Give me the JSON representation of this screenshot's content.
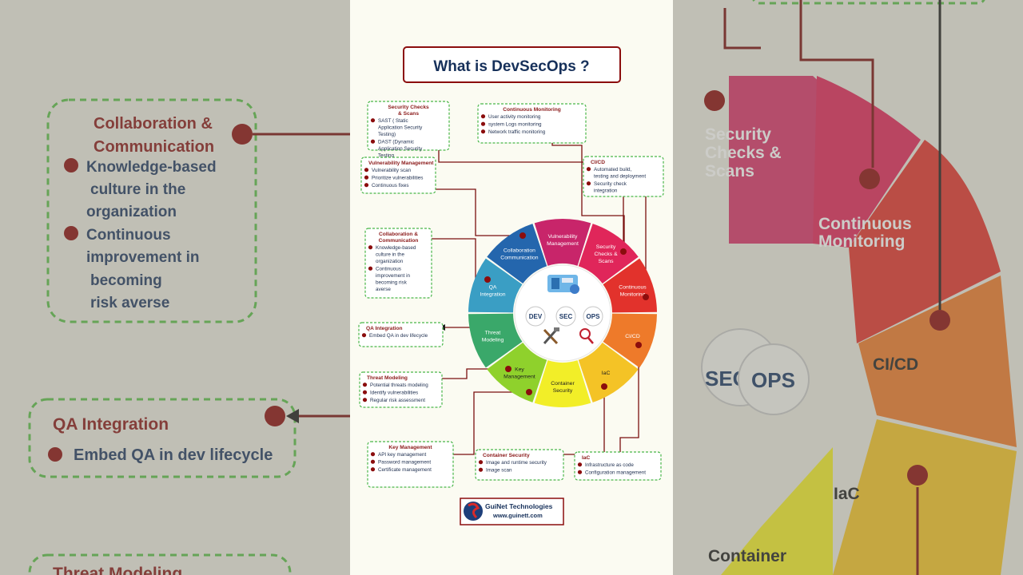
{
  "title": "What is DevSecOps ?",
  "segments": [
    {
      "label": "Vulnerability Management",
      "lines": [
        "Vulnerability",
        "Management"
      ],
      "color": "#c8256a"
    },
    {
      "label": "Security Checks & Scans",
      "lines": [
        "Security",
        "Checks &",
        "Scans"
      ],
      "color": "#e0265a"
    },
    {
      "label": "Continuous Monitoring",
      "lines": [
        "Continuous",
        "Monitoring"
      ],
      "color": "#e2322c"
    },
    {
      "label": "CI/CD",
      "lines": [
        "CI/CD"
      ],
      "color": "#ee7a2a"
    },
    {
      "label": "IaC",
      "lines": [
        "IaC"
      ],
      "color": "#f4c326"
    },
    {
      "label": "Container Security",
      "lines": [
        "Container",
        "Security"
      ],
      "color": "#f2ee28"
    },
    {
      "label": "Key Management",
      "lines": [
        "Key",
        "Management"
      ],
      "color": "#8fd12c"
    },
    {
      "label": "Threat Modeling",
      "lines": [
        "Threat",
        "Modeling"
      ],
      "color": "#3aa86a"
    },
    {
      "label": "QA Integration",
      "lines": [
        "QA",
        "Integration"
      ],
      "color": "#3a9ec4"
    },
    {
      "label": "Collaboration Communication",
      "lines": [
        "Collaboration",
        "Communication"
      ],
      "color": "#2466ad"
    }
  ],
  "hub": [
    "DEV",
    "SEC",
    "OPS"
  ],
  "boxes": {
    "security_checks": {
      "title": [
        "Security Checks",
        "& Scans"
      ],
      "items": [
        "SAST ( Static Application Security Testing)",
        "DAST (Dynamic Application Security Testing"
      ]
    },
    "continuous_monitoring": {
      "title": [
        "Continuous Monitoring"
      ],
      "items": [
        "User activity  monitoring",
        "system Logs monitoring",
        "Network traffic monitoring"
      ]
    },
    "cicd": {
      "title": [
        "CI/CD"
      ],
      "items": [
        "Automated build, testing and deployment",
        "Security check integration"
      ]
    },
    "vulnerability": {
      "title": [
        "Vulnerability Management"
      ],
      "items": [
        "Vulnerability scan",
        "Prioritize vulnerabilities",
        "Continuous fixes"
      ]
    },
    "collaboration": {
      "title": [
        "Collaboration &",
        "Communication"
      ],
      "items": [
        "Knowledge-based culture in the organization",
        "Continuous improvement in becoming risk averse"
      ]
    },
    "qa": {
      "title": [
        "QA Integration"
      ],
      "items": [
        "Embed QA in dev lifecycle"
      ]
    },
    "threat": {
      "title": [
        "Threat Modeling"
      ],
      "items": [
        "Potential threats modeling",
        "Identify vulnerabilities",
        "Regular risk assessment"
      ]
    },
    "key_mgmt": {
      "title": [
        "Key Management"
      ],
      "items": [
        "API key management",
        "Password management",
        "Certificate management"
      ]
    },
    "container": {
      "title": [
        "Container Security"
      ],
      "items": [
        "Image and runtime security",
        "Image scan"
      ]
    },
    "iac": {
      "title": [
        "IaC"
      ],
      "items": [
        "Infrastructure as code",
        "Configuration management"
      ]
    }
  },
  "footer": {
    "company": "GuiNet Technologies",
    "url": "www.guinett.com"
  },
  "colors": {
    "accent_red": "#8b0d0d",
    "box_border": "#49b649",
    "title_text": "#16305a",
    "background": "#fbfbf2"
  }
}
